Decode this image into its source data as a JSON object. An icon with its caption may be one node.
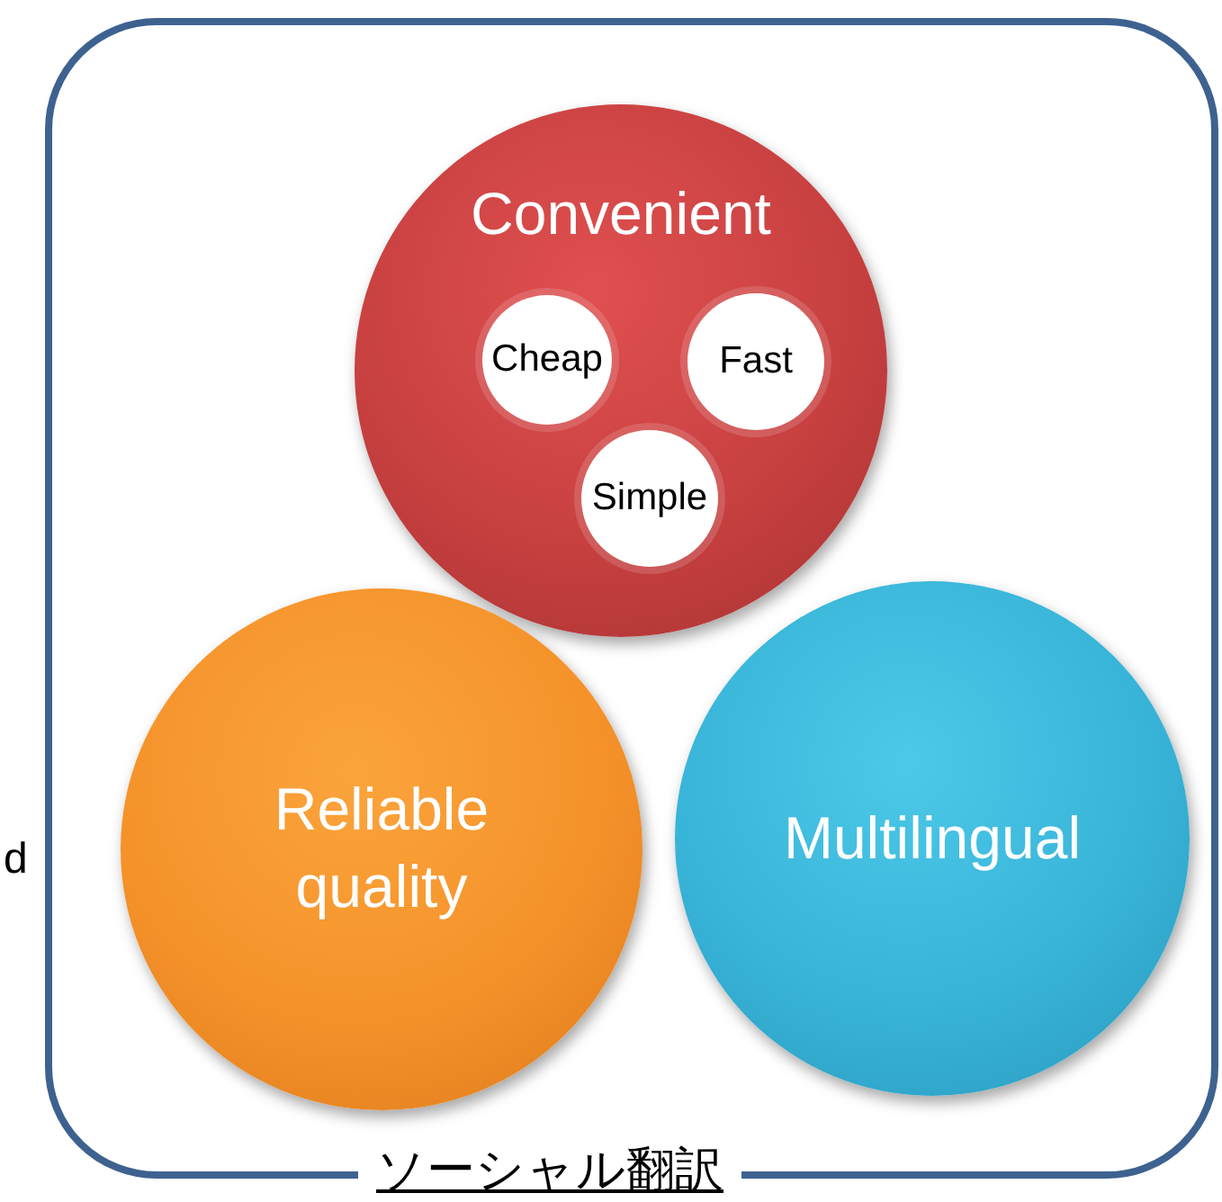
{
  "diagram": {
    "nodes": [
      {
        "text": [
          "ソーシャル翻訳"
        ]
      },
      {
        "text": [
          "Convenient"
        ],
        "in": 0
      },
      {
        "text": [
          "Cheap"
        ],
        "in": 1
      },
      {
        "text": [
          "Fast"
        ],
        "in": 1
      },
      {
        "text": [
          "Simple"
        ],
        "in": 1
      },
      {
        "text": [
          "Reliable quality"
        ],
        "in": 0
      },
      {
        "text": [
          "Multilingual"
        ],
        "in": 0
      }
    ],
    "labels": [
      "d"
    ]
  }
}
